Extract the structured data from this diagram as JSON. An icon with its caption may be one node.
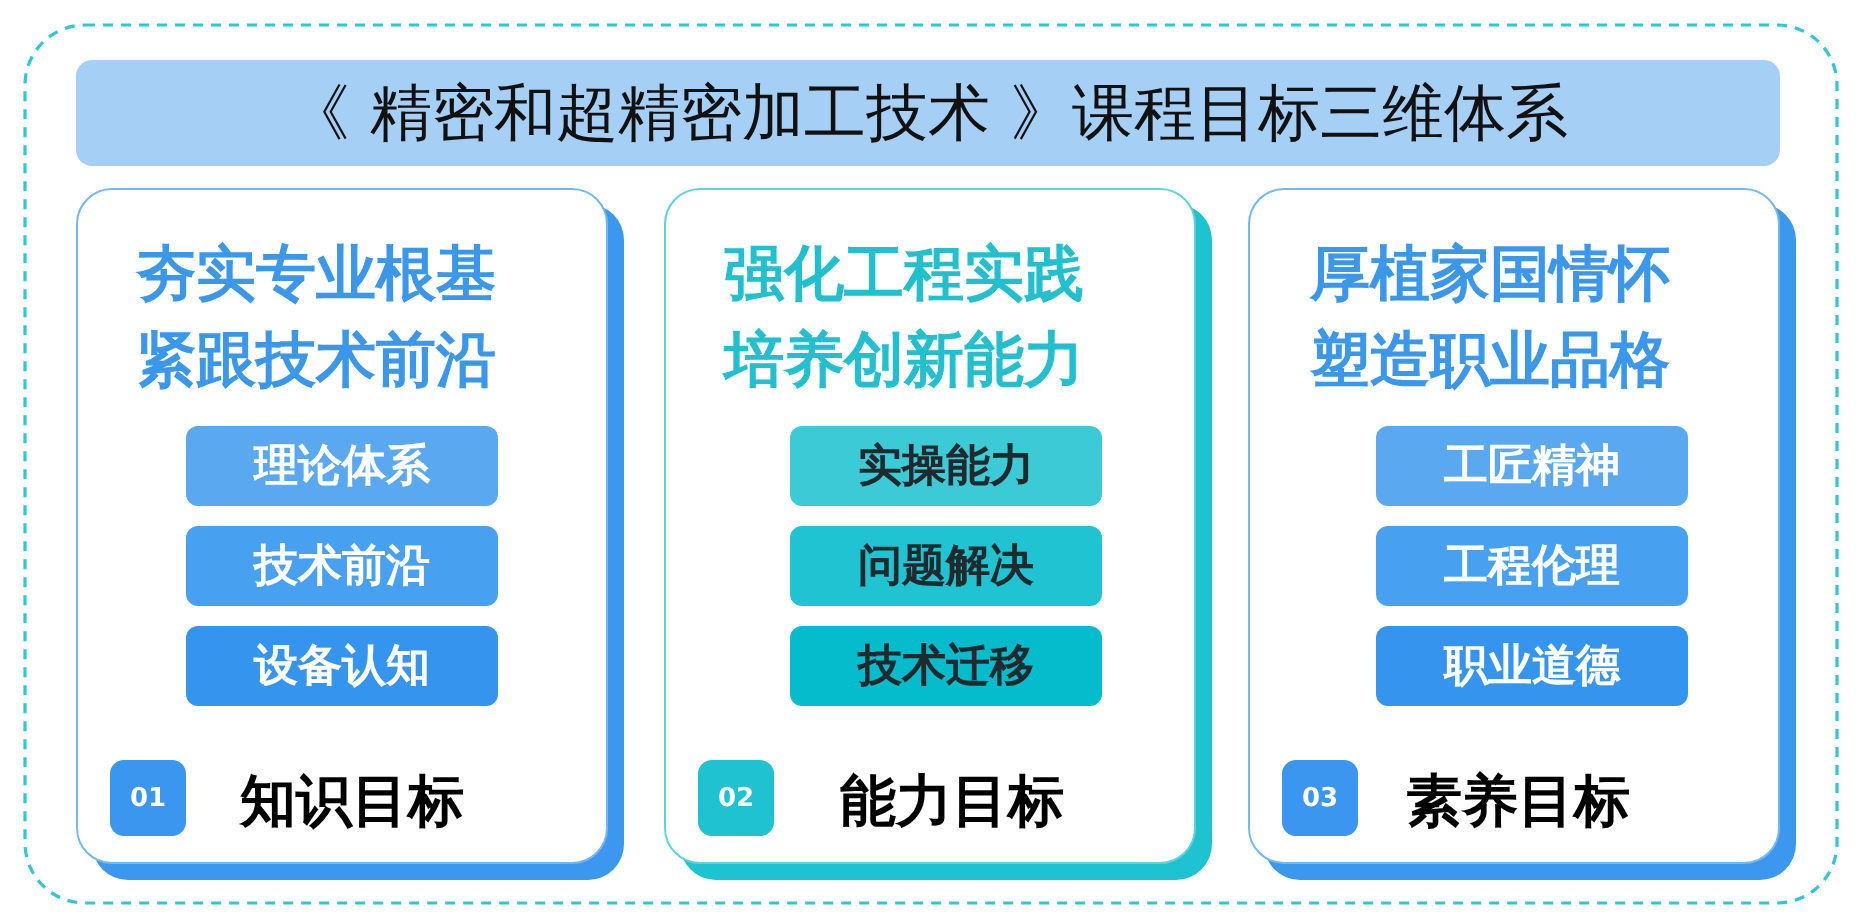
{
  "diagram": {
    "nodes": [
      {
        "text": [
          "《 精密和超精密加工技术 》课程目标三维体系"
        ]
      },
      {
        "text": [
          "夯实专业根基紧跟技术前沿",
          "知识目标"
        ]
      },
      {
        "text": [
          "理论体系"
        ],
        "in": 1
      },
      {
        "text": [
          "技术前沿"
        ],
        "in": 1
      },
      {
        "text": [
          "设备认知"
        ],
        "in": 1
      },
      {
        "text": [
          "01"
        ],
        "in": 1
      },
      {
        "text": [
          "强化工程实践培养创新能力",
          "能力目标"
        ]
      },
      {
        "text": [
          "实操能力"
        ],
        "in": 6
      },
      {
        "text": [
          "问题解决"
        ],
        "in": 6
      },
      {
        "text": [
          "技术迁移"
        ],
        "in": 6
      },
      {
        "text": [
          "02"
        ],
        "in": 6
      },
      {
        "text": [
          "厚植家国情怀塑造职业品格",
          "素养目标"
        ]
      },
      {
        "text": [
          "工匠精神"
        ],
        "in": 11
      },
      {
        "text": [
          "工程伦理"
        ],
        "in": 11
      },
      {
        "text": [
          "职业道德"
        ],
        "in": 11
      },
      {
        "text": [
          "03"
        ],
        "in": 11
      }
    ]
  }
}
